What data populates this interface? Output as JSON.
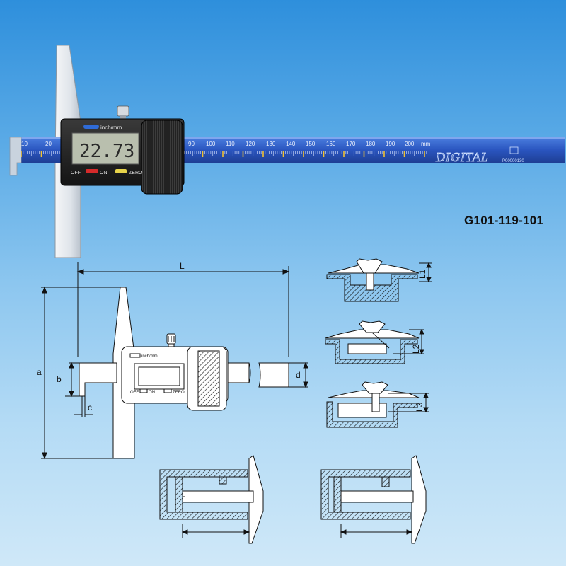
{
  "product": {
    "model_code": "G101-119-101",
    "display_reading": "22.73",
    "unit_label": "inch/mm",
    "buttons": {
      "off": "OFF",
      "on": "ON",
      "zero": "ZERO"
    },
    "scale_labels": [
      "10",
      "20",
      "90",
      "100",
      "110",
      "120",
      "130",
      "140",
      "150",
      "160",
      "170",
      "180",
      "190",
      "200"
    ],
    "scale_unit": "mm",
    "brand_text": "DIGITAL",
    "serial": "P00000130"
  },
  "drawing": {
    "dimensions": {
      "L": "L",
      "a": "a",
      "b": "b",
      "c": "c",
      "d": "d"
    },
    "gauge_labels": {
      "unit": "inch/mm",
      "off": "OFF",
      "on": "ON",
      "zero": "ZERO"
    },
    "measure_labels": [
      "L1",
      "L2",
      "L3"
    ]
  },
  "colors": {
    "background_top": "#2e8fdc",
    "background_bottom": "#cfe8f8",
    "beam": "#2c58c2",
    "scale_marks": "#f2c230",
    "lcd": "#b9bfae"
  }
}
